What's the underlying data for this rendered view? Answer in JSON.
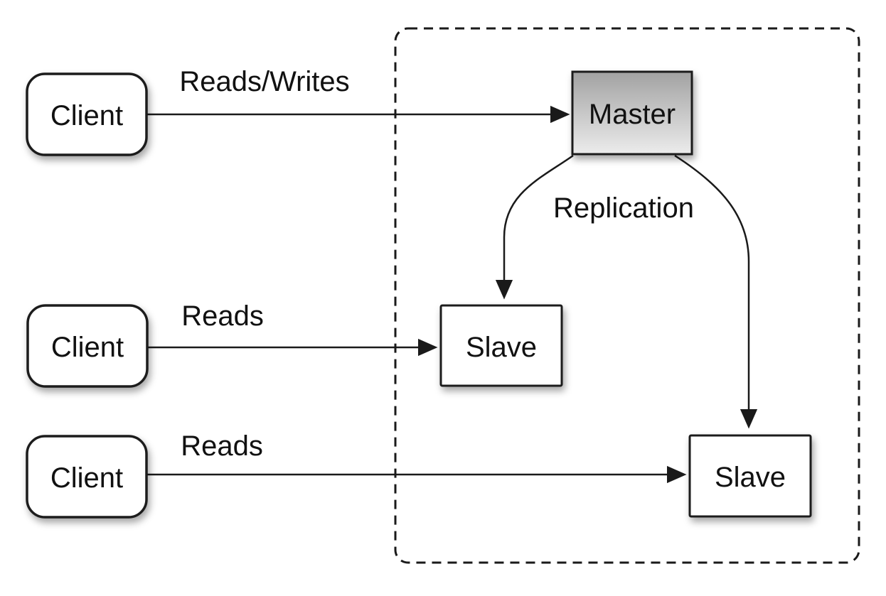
{
  "page": {
    "background": "#ffffff"
  },
  "diagram": {
    "type": "architecture-diagram",
    "nodes": {
      "client1": {
        "label": "Client"
      },
      "client2": {
        "label": "Client"
      },
      "client3": {
        "label": "Client"
      },
      "master": {
        "label": "Master"
      },
      "slave1": {
        "label": "Slave"
      },
      "slave2": {
        "label": "Slave"
      }
    },
    "edge_labels": {
      "reads_writes": "Reads/Writes",
      "reads_mid": "Reads",
      "reads_bottom": "Reads",
      "replication": "Replication"
    },
    "colors": {
      "stroke": "#1a1a1a",
      "text": "#111111",
      "node_fill": "#ffffff",
      "master_gradient_top": "#a2a2a2",
      "master_gradient_bottom": "#ececec",
      "background": "#ffffff"
    }
  }
}
